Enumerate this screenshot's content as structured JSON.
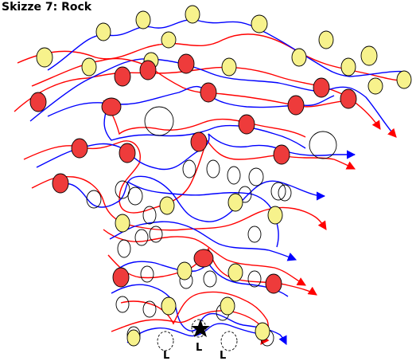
{
  "title": "Skizze 7: Rock",
  "labels": [
    "L",
    "L",
    "L"
  ],
  "colors": {
    "red_thread": "#ff0000",
    "blue_thread": "#0000ff",
    "red_bead": "#ee3b3b",
    "yellow_bead": "#f7f28c",
    "outline": "#000000"
  }
}
